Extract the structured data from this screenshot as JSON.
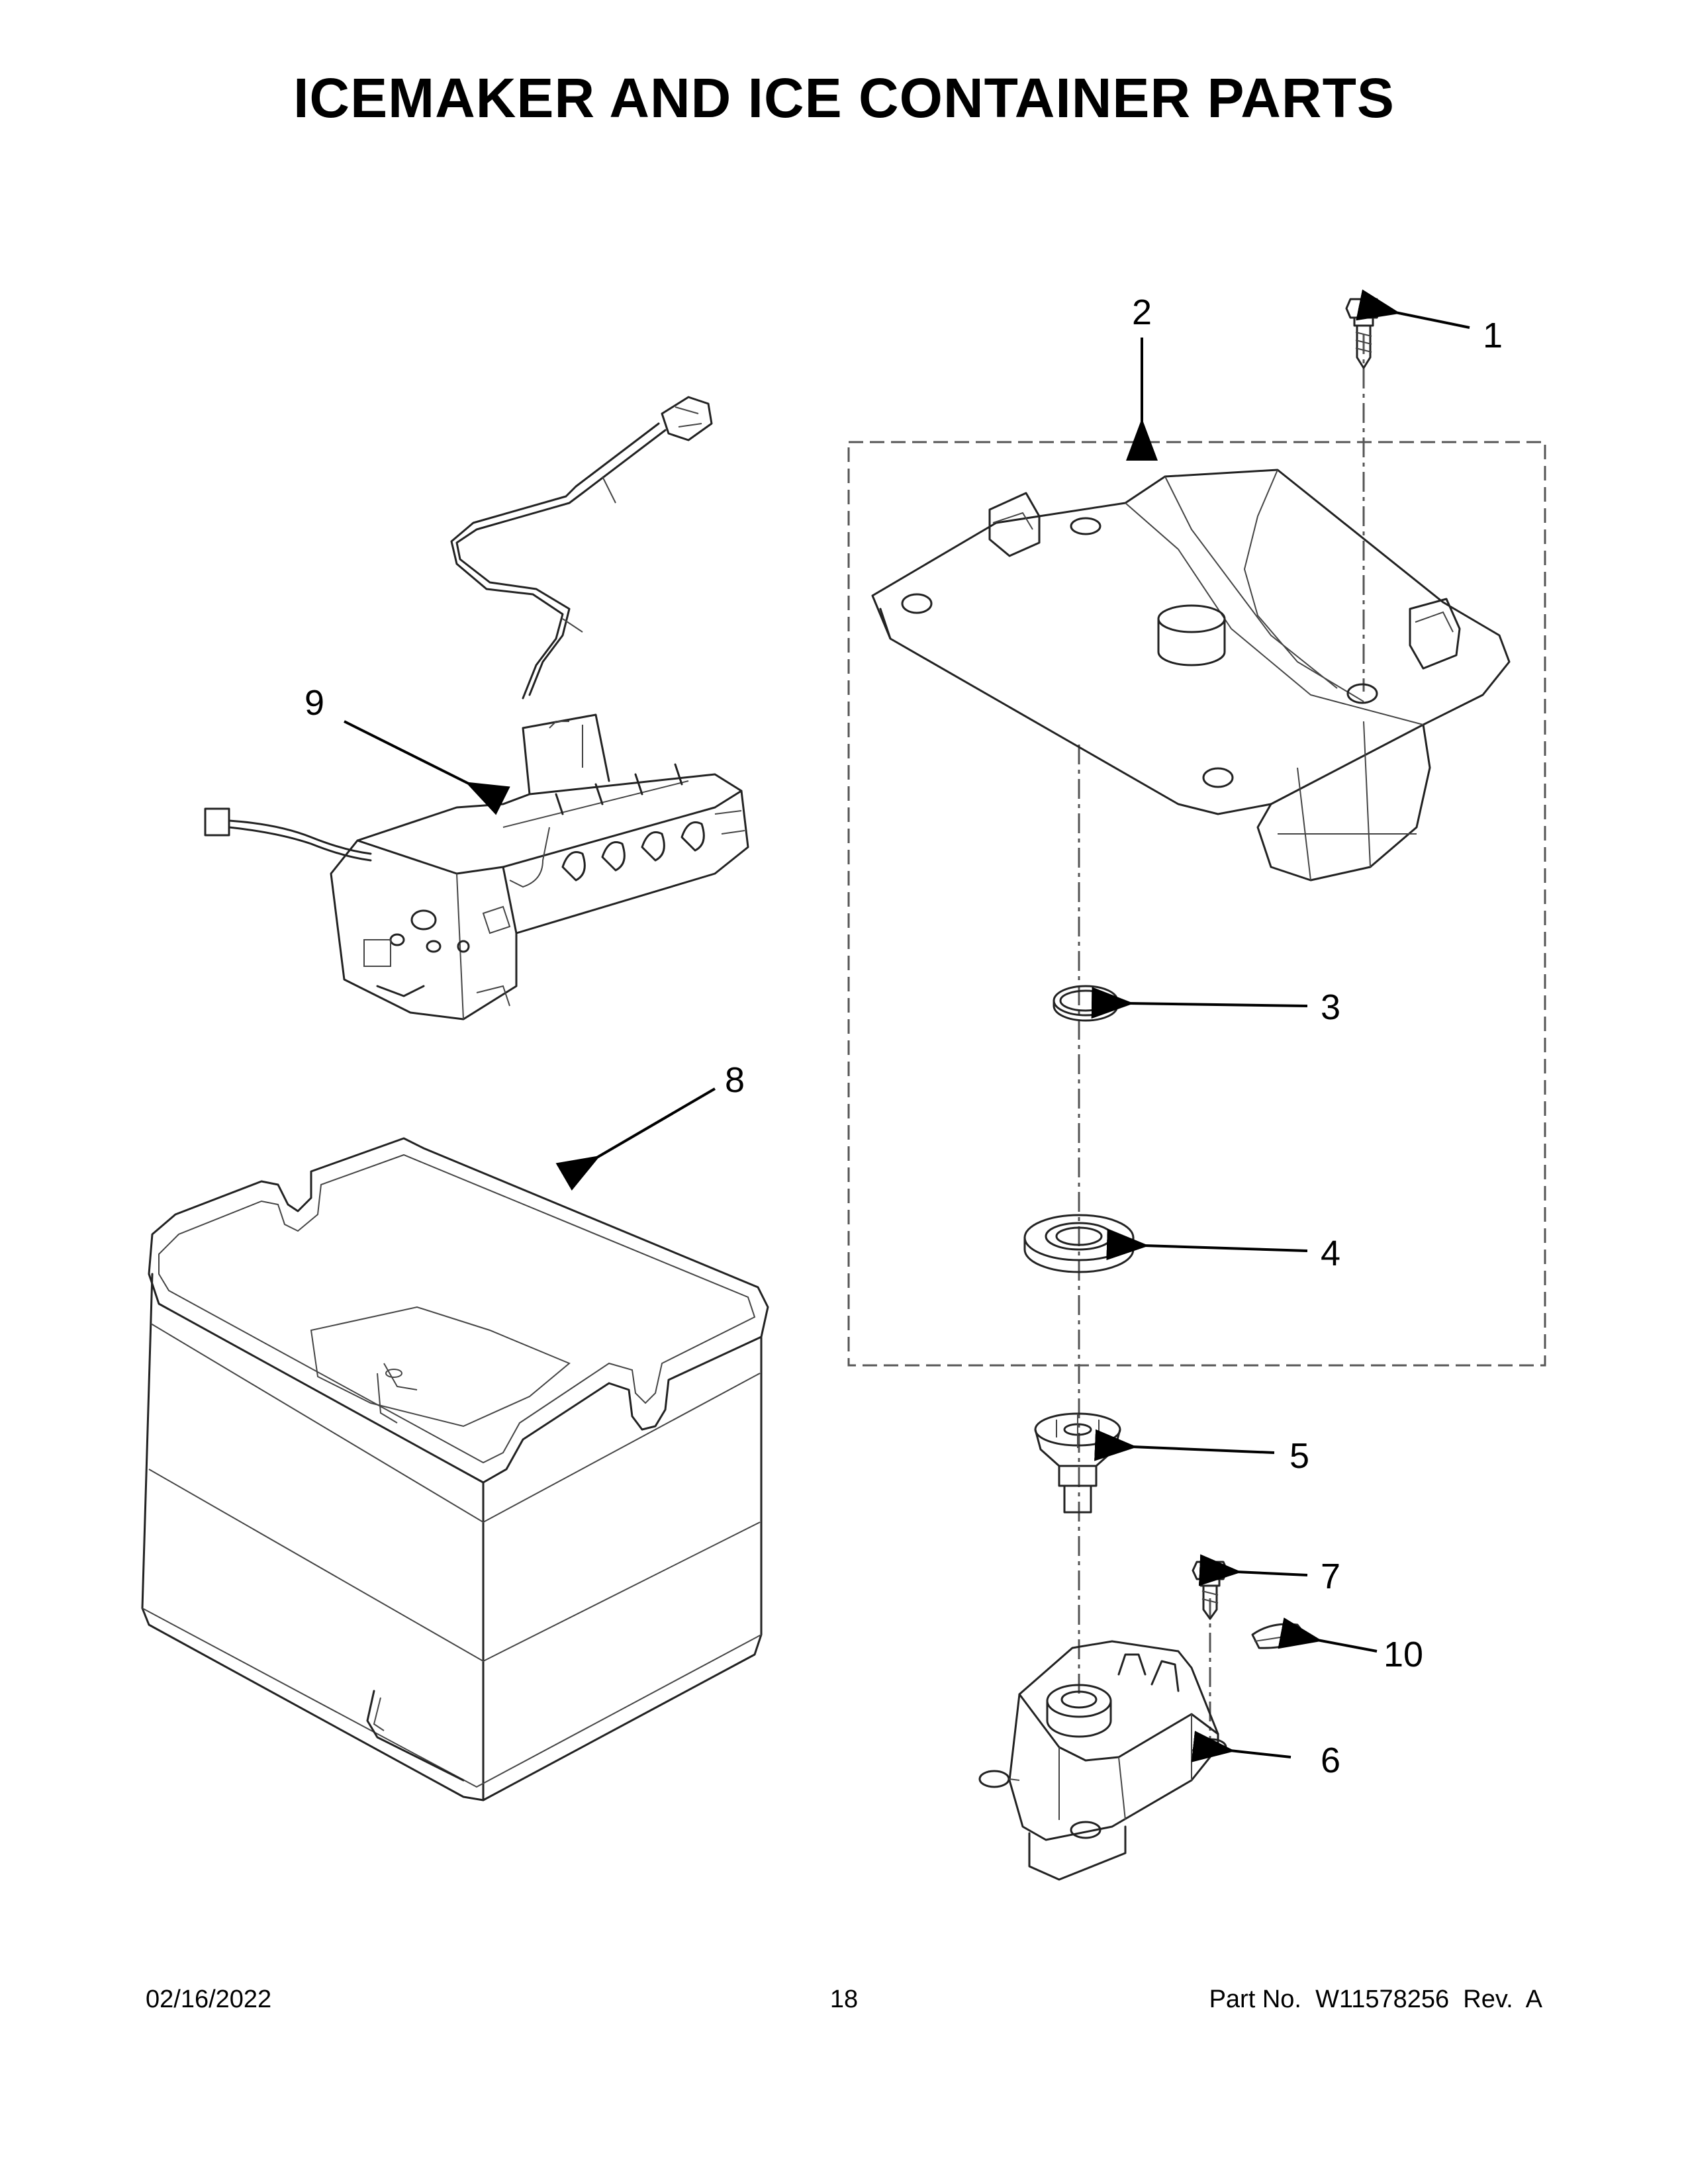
{
  "page": {
    "title": "ICEMAKER AND ICE CONTAINER PARTS",
    "footer": {
      "date": "02/16/2022",
      "page_number": "18",
      "part_number": "Part No.  W11578256  Rev.  A"
    }
  },
  "callouts": [
    {
      "id": "1",
      "label": "1"
    },
    {
      "id": "2",
      "label": "2"
    },
    {
      "id": "3",
      "label": "3"
    },
    {
      "id": "4",
      "label": "4"
    },
    {
      "id": "5",
      "label": "5"
    },
    {
      "id": "6",
      "label": "6"
    },
    {
      "id": "7",
      "label": "7"
    },
    {
      "id": "8",
      "label": "8"
    },
    {
      "id": "9",
      "label": "9"
    },
    {
      "id": "10",
      "label": "10"
    }
  ]
}
